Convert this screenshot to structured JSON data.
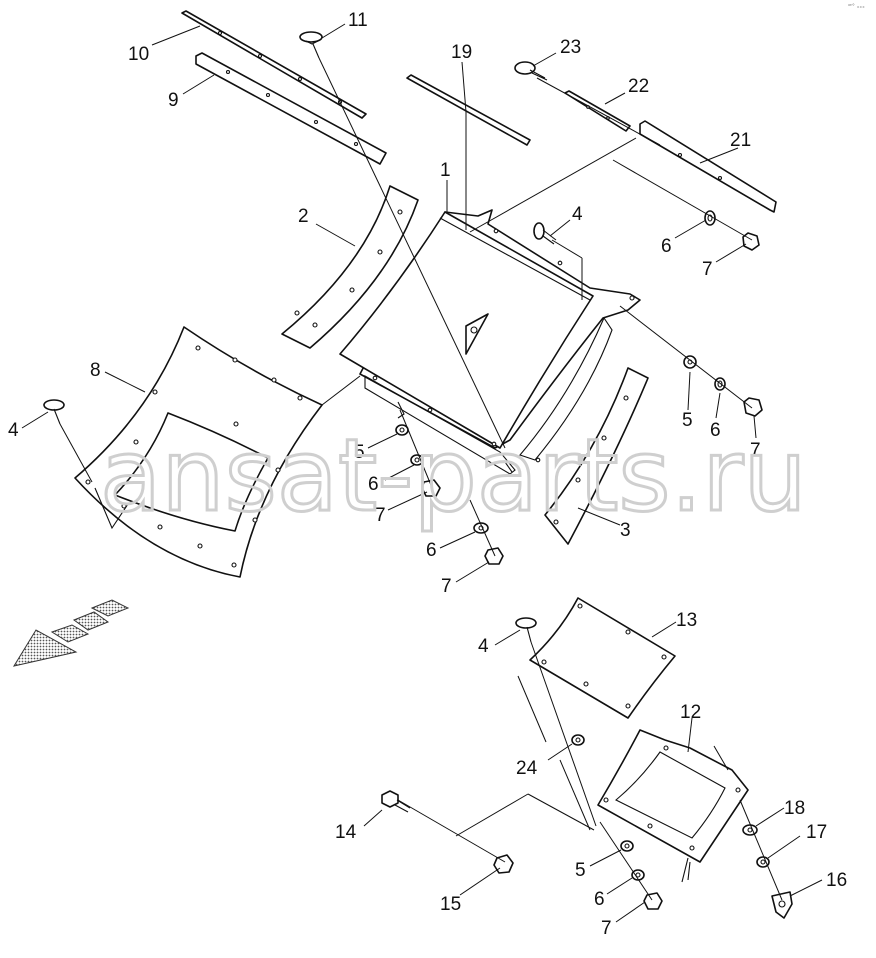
{
  "watermark": "ansat-parts.ru",
  "corner_code": "ꟹ° ₓₓₓ",
  "labels": {
    "l1": "1",
    "l2": "2",
    "l3": "3",
    "l4a": "4",
    "l4b": "4",
    "l4c": "4",
    "l5a": "5",
    "l5b": "5",
    "l5c": "5",
    "l6a": "6",
    "l6b": "6",
    "l6c": "6",
    "l6d": "6",
    "l7a": "7",
    "l7b": "7",
    "l7c": "7",
    "l7d": "7",
    "l7e": "7",
    "l8": "8",
    "l9": "9",
    "l10": "10",
    "l11": "11",
    "l12": "12",
    "l13": "13",
    "l14": "14",
    "l15": "15",
    "l16": "16",
    "l17": "17",
    "l18": "18",
    "l19": "19",
    "l21": "21",
    "l22": "22",
    "l23": "23",
    "l24": "24"
  },
  "colors": {
    "line": "#111111",
    "watermark": "#cfcfcf",
    "arrow_fill": "#999999"
  }
}
